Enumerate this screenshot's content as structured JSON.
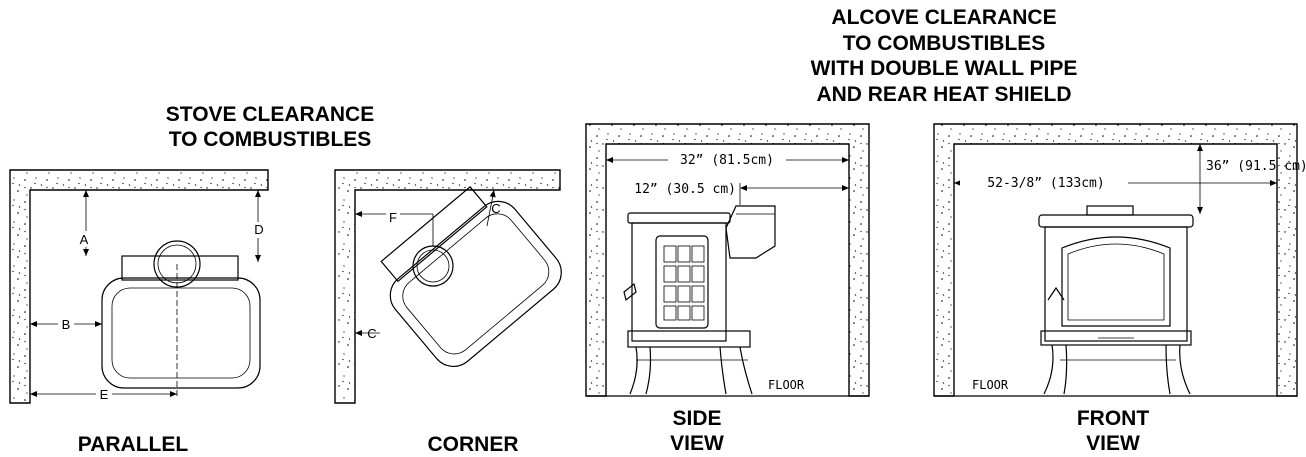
{
  "titles": {
    "stove_clearance": [
      "STOVE CLEARANCE",
      "TO COMBUSTIBLES"
    ],
    "alcove_clearance": [
      "ALCOVE CLEARANCE",
      "TO COMBUSTIBLES",
      "WITH DOUBLE WALL PIPE",
      "AND REAR HEAT SHIELD"
    ]
  },
  "captions": {
    "parallel": "PARALLEL",
    "corner": "CORNER",
    "side_view": [
      "SIDE",
      "VIEW"
    ],
    "front_view": [
      "FRONT",
      "VIEW"
    ]
  },
  "parallel_labels": {
    "a": "A",
    "b": "B",
    "d": "D",
    "e": "E"
  },
  "corner_labels": {
    "f": "F",
    "c_top": "C",
    "c_left": "C"
  },
  "side_view": {
    "dim_width": "32” (81.5cm)",
    "dim_rear": "12” (30.5 cm)",
    "floor": "FLOOR"
  },
  "front_view": {
    "dim_width": "52-3/8” (133cm)",
    "dim_height": "36” (91.5 cm)",
    "floor": "FLOOR"
  }
}
